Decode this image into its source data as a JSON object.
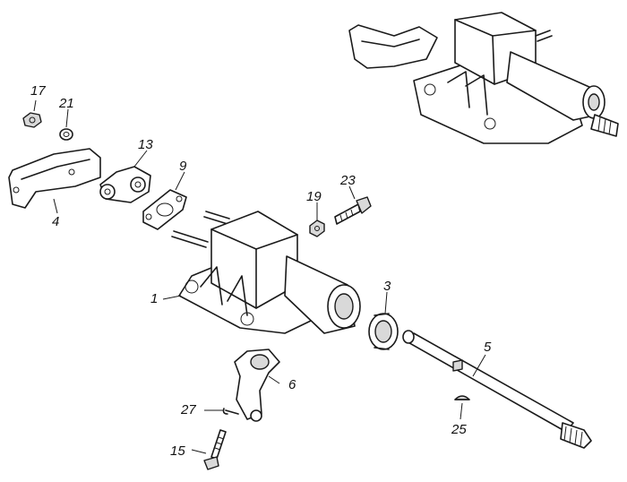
{
  "diagram": {
    "parts": [
      {
        "id": "p1",
        "number": "1"
      },
      {
        "id": "p3",
        "number": "3"
      },
      {
        "id": "p4",
        "number": "4"
      },
      {
        "id": "p5",
        "number": "5"
      },
      {
        "id": "p6",
        "number": "6"
      },
      {
        "id": "p9",
        "number": "9"
      },
      {
        "id": "p13",
        "number": "13"
      },
      {
        "id": "p15",
        "number": "15"
      },
      {
        "id": "p17",
        "number": "17"
      },
      {
        "id": "p19",
        "number": "19"
      },
      {
        "id": "p21",
        "number": "21"
      },
      {
        "id": "p23",
        "number": "23"
      },
      {
        "id": "p25",
        "number": "25"
      },
      {
        "id": "p27",
        "number": "27"
      }
    ],
    "colors": {
      "line": "#1a1a1a",
      "fill": "#ffffff",
      "shade": "#d9d9d9",
      "background": "#ffffff"
    }
  }
}
